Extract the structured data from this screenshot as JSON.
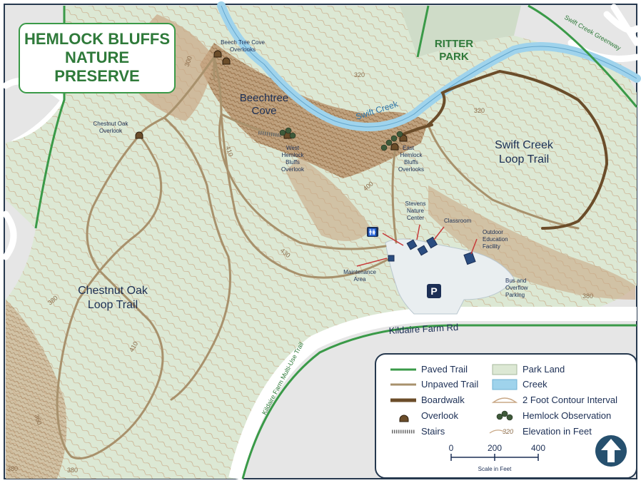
{
  "title": {
    "line1": "HEMLOCK BLUFFS",
    "line2": "NATURE",
    "line3": "PRESERVE"
  },
  "places": {
    "ritter1": "RITTER",
    "ritter2": "PARK",
    "beech1": "Beechtree",
    "beech2": "Cove",
    "swiftCreek": "Swift Creek",
    "swiftLoop1": "Swift Creek",
    "swiftLoop2": "Loop Trail",
    "chestLoop1": "Chestnut Oak",
    "chestLoop2": "Loop Trail",
    "kildaireRd": "Kildaire Farm Rd",
    "multiUse": "Kildaire Farm Multi-Use Trail",
    "greenway": "Swift Creek Greenway"
  },
  "overlooks": {
    "beechTree1": "Beech Tree Cove",
    "beechTree2": "Overlooks",
    "chestnut1": "Chestnut Oak",
    "chestnut2": "Overlook",
    "west1": "West",
    "west2": "Hemlock",
    "west3": "Bluffs",
    "west4": "Overlook",
    "east1": "East",
    "east2": "Hemlock",
    "east3": "Bluffs",
    "east4": "Overlooks"
  },
  "facilities": {
    "stevens1": "Stevens",
    "stevens2": "Nature",
    "stevens3": "Center",
    "classroom": "Classroom",
    "outdoor1": "Outdoor",
    "outdoor2": "Education",
    "outdoor3": "Facility",
    "maint1": "Maintenance",
    "maint2": "Area",
    "bus1": "Bus and",
    "bus2": "Overflow",
    "bus3": "Parking",
    "parkingSymbol": "P"
  },
  "elevations": {
    "e300": "300",
    "e320a": "320",
    "e320b": "320",
    "e410a": "410",
    "e400": "400",
    "e430": "430",
    "e380a": "380",
    "e380b": "380",
    "e410b": "410",
    "e360": "360",
    "e380c": "380",
    "e380d": "380"
  },
  "legend": {
    "paved": "Paved Trail",
    "unpaved": "Unpaved Trail",
    "boardwalk": "Boardwalk",
    "overlook": "Overlook",
    "stairs": "Stairs",
    "parkLand": "Park Land",
    "creek": "Creek",
    "contour": "2 Foot Contour Interval",
    "hemlock": "Hemlock Observation",
    "elevSample": "320",
    "elevation": "Elevation in Feet"
  },
  "scale": {
    "t0": "0",
    "t200": "200",
    "t400": "400",
    "caption": "Scale in Feet"
  },
  "colors": {
    "parkLand": "#dce8d4",
    "creek": "#9fd3ec",
    "pavedTrail": "#3a9a48",
    "unpavedTrail": "#a8916c",
    "boardwalk": "#6b4d2a",
    "bluffs": "#b48a62",
    "labelText": "#1c2f55",
    "titleText": "#2f7a3a",
    "outsideLand": "#e6e6e6"
  }
}
